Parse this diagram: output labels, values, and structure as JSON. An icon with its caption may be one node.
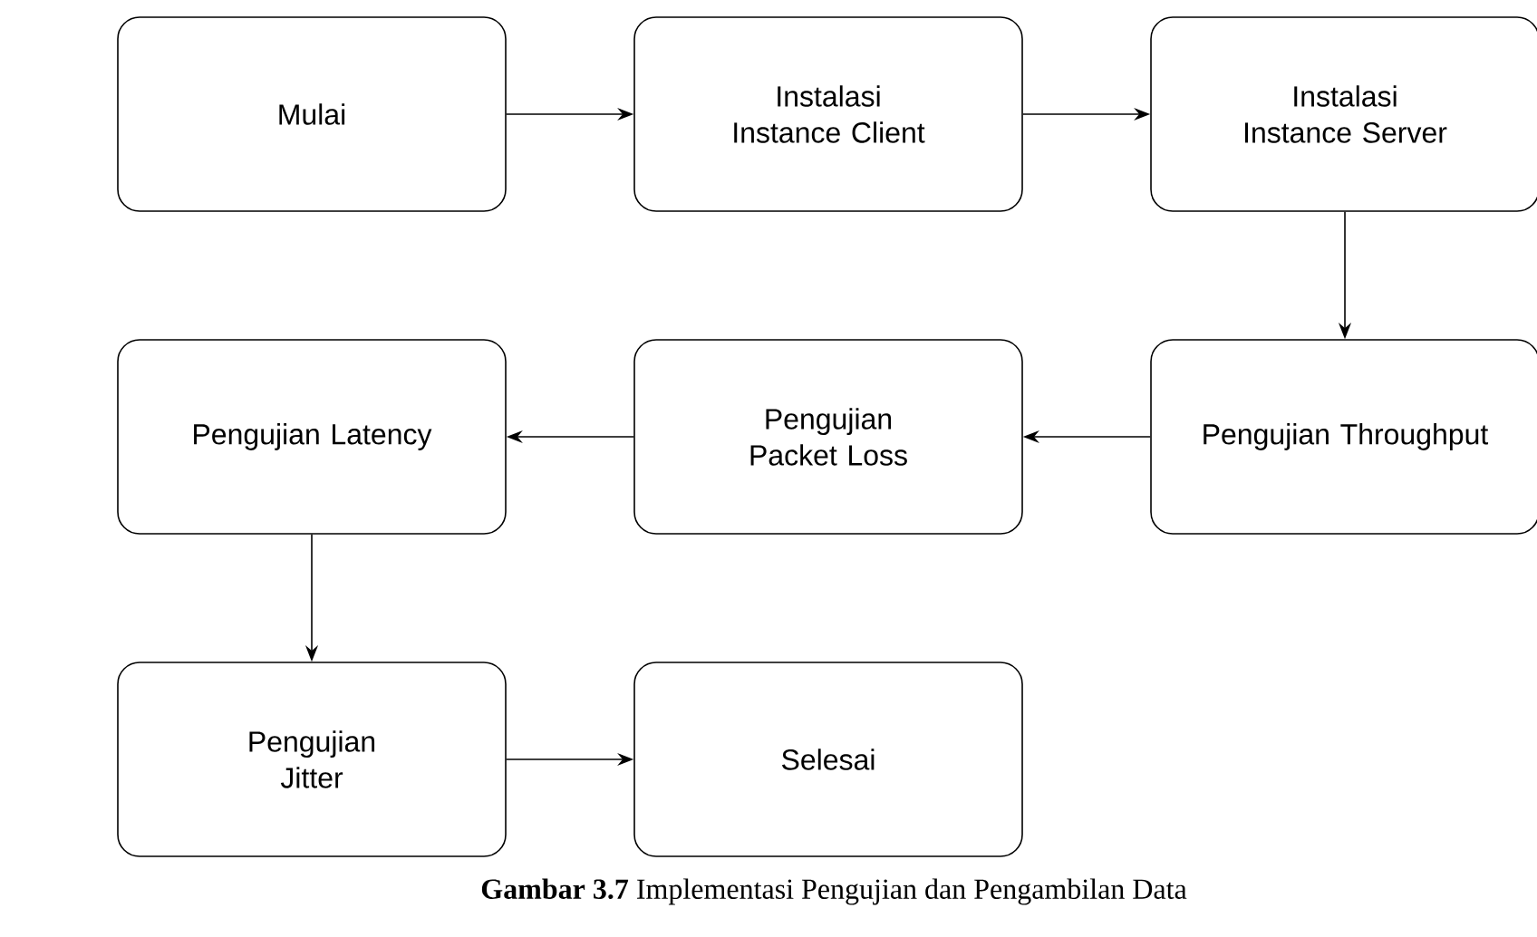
{
  "diagram": {
    "caption": "**Gambar 3.7** Implementasi Pengujian dan Pengambilan Data",
    "nodes": [
      {
        "text": [
          "Mulai"
        ]
      },
      {
        "text": [
          "Instalasi Instance Client"
        ]
      },
      {
        "text": [
          "Instalasi Instance Server"
        ]
      },
      {
        "text": [
          "Pengujian Throughput"
        ]
      },
      {
        "text": [
          "Pengujian Packet Loss"
        ]
      },
      {
        "text": [
          "Pengujian Latency"
        ]
      },
      {
        "text": [
          "Pengujian Jitter"
        ]
      },
      {
        "text": [
          "Selesai"
        ]
      }
    ],
    "edges": [
      {
        "from": 0,
        "to": 1,
        "arrow": "to"
      },
      {
        "from": 1,
        "to": 2,
        "arrow": "to"
      },
      {
        "from": 2,
        "to": 3,
        "arrow": "to"
      },
      {
        "from": 3,
        "to": 4,
        "arrow": "to"
      },
      {
        "from": 4,
        "to": 5,
        "arrow": "to"
      },
      {
        "from": 5,
        "to": 6,
        "arrow": "to"
      },
      {
        "from": 6,
        "to": 7,
        "arrow": "to"
      }
    ]
  }
}
